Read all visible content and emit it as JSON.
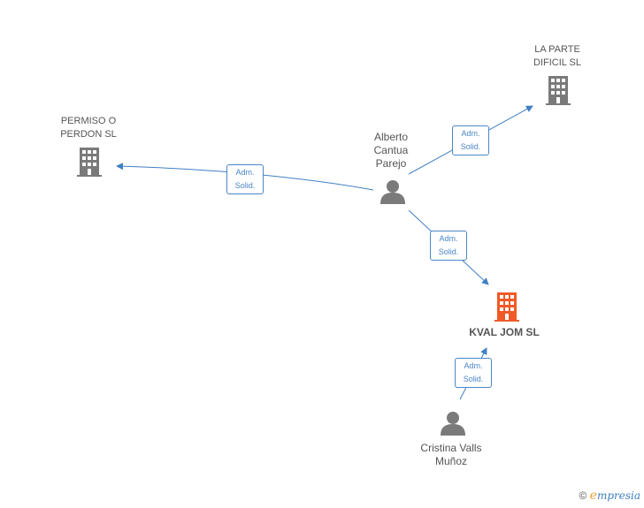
{
  "nodes": {
    "permiso": {
      "label": "PERMISO O\nPERDON  SL",
      "type": "company"
    },
    "laparte": {
      "label": "LA PARTE\nDIFICIL  SL",
      "type": "company"
    },
    "alberto": {
      "label": "Alberto\nCantua\nParejo",
      "type": "person"
    },
    "kval": {
      "label": "KVAL JOM  SL",
      "type": "company-focus"
    },
    "cristina": {
      "label": "Cristina Valls\nMuñoz",
      "type": "person"
    }
  },
  "edges": [
    {
      "id": "e1",
      "label": "Adm.\nSolid."
    },
    {
      "id": "e2",
      "label": "Adm.\nSolid."
    },
    {
      "id": "e3",
      "label": "Adm.\nSolid."
    },
    {
      "id": "e4",
      "label": "Adm.\nSolid."
    }
  ],
  "colors": {
    "edge": "#3f7fc3",
    "company": "#7a7a7a",
    "focus": "#f05a28",
    "person": "#7a7a7a"
  },
  "icons": {
    "company": "building-icon",
    "person": "person-icon"
  },
  "brand": {
    "copyright": "©",
    "name_first": "e",
    "name_rest": "mpresia"
  }
}
